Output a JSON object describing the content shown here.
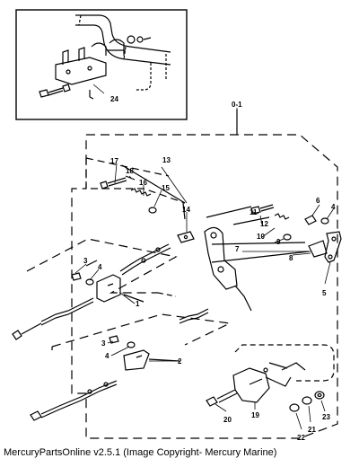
{
  "diagram": {
    "assembly_label": "0-1",
    "callouts": [
      {
        "id": "24",
        "label": "24"
      },
      {
        "id": "17",
        "label": "17"
      },
      {
        "id": "18",
        "label": "18"
      },
      {
        "id": "13",
        "label": "13"
      },
      {
        "id": "16",
        "label": "16"
      },
      {
        "id": "15",
        "label": "15"
      },
      {
        "id": "14",
        "label": "14"
      },
      {
        "id": "11",
        "label": "11"
      },
      {
        "id": "12",
        "label": "12"
      },
      {
        "id": "10",
        "label": "10"
      },
      {
        "id": "9",
        "label": "9"
      },
      {
        "id": "7",
        "label": "7"
      },
      {
        "id": "8",
        "label": "8"
      },
      {
        "id": "6",
        "label": "6"
      },
      {
        "id": "4a",
        "label": "4"
      },
      {
        "id": "5",
        "label": "5"
      },
      {
        "id": "3a",
        "label": "3"
      },
      {
        "id": "4b",
        "label": "4"
      },
      {
        "id": "1",
        "label": "1"
      },
      {
        "id": "3b",
        "label": "3"
      },
      {
        "id": "4c",
        "label": "4"
      },
      {
        "id": "2",
        "label": "2"
      },
      {
        "id": "20",
        "label": "20"
      },
      {
        "id": "19",
        "label": "19"
      },
      {
        "id": "22",
        "label": "22"
      },
      {
        "id": "21",
        "label": "21"
      },
      {
        "id": "23",
        "label": "23"
      }
    ]
  },
  "footer": {
    "text": "MercuryPartsOnline v2.5.1 (Image Copyright- Mercury Marine)"
  }
}
